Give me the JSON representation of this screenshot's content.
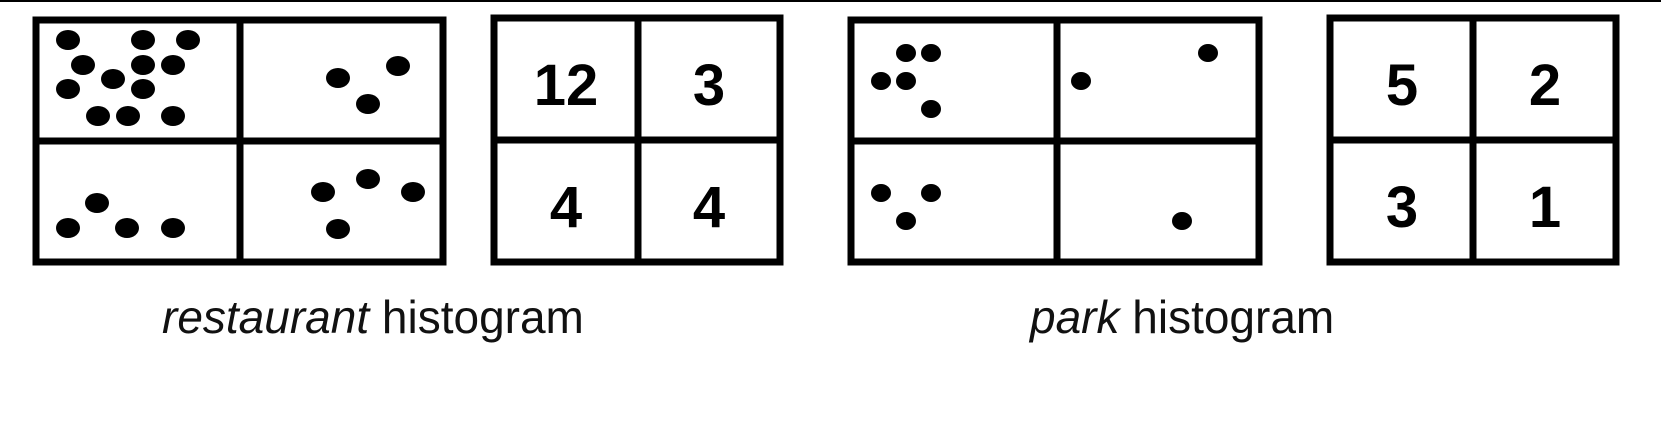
{
  "figure": {
    "panels": [
      {
        "id": "restaurant",
        "caption_italic": "restaurant",
        "caption_rest": " histogram",
        "counts": {
          "top_left": "12",
          "top_right": "3",
          "bottom_left": "4",
          "bottom_right": "4"
        }
      },
      {
        "id": "park",
        "caption_italic": "park",
        "caption_rest": " histogram",
        "counts": {
          "top_left": "5",
          "top_right": "2",
          "bottom_left": "3",
          "bottom_right": "1"
        }
      }
    ]
  },
  "chart_data": [
    {
      "type": "heatmap",
      "title": "restaurant histogram",
      "grid": "2x2",
      "categories": [
        "top-left",
        "top-right",
        "bottom-left",
        "bottom-right"
      ],
      "values": [
        12,
        3,
        4,
        4
      ],
      "points": {
        "top_left": [
          [
            68,
            40
          ],
          [
            143,
            40
          ],
          [
            188,
            40
          ],
          [
            82,
            64
          ],
          [
            143,
            64
          ],
          [
            173,
            64
          ],
          [
            112,
            78
          ],
          [
            68,
            89
          ],
          [
            143,
            89
          ],
          [
            97,
            116
          ],
          [
            127,
            116
          ],
          [
            173,
            116
          ]
        ],
        "top_right": [
          [
            338,
            78
          ],
          [
            398,
            64
          ],
          [
            368,
            103
          ]
        ],
        "bottom_left": [
          [
            97,
            203
          ],
          [
            68,
            228
          ],
          [
            127,
            228
          ],
          [
            173,
            228
          ]
        ],
        "bottom_right": [
          [
            323,
            191
          ],
          [
            368,
            179
          ],
          [
            413,
            191
          ],
          [
            338,
            228
          ]
        ]
      }
    },
    {
      "type": "heatmap",
      "title": "park histogram",
      "grid": "2x2",
      "categories": [
        "top-left",
        "top-right",
        "bottom-left",
        "bottom-right"
      ],
      "values": [
        5,
        2,
        3,
        1
      ],
      "points": {
        "top_left": [
          [
            906,
            53
          ],
          [
            931,
            53
          ],
          [
            881,
            81
          ],
          [
            906,
            81
          ],
          [
            931,
            109
          ]
        ],
        "top_right": [
          [
            1208,
            53
          ],
          [
            1081,
            81
          ]
        ],
        "bottom_left": [
          [
            881,
            193
          ],
          [
            931,
            193
          ],
          [
            906,
            221
          ]
        ],
        "bottom_right": [
          [
            1182,
            221
          ]
        ]
      }
    }
  ]
}
